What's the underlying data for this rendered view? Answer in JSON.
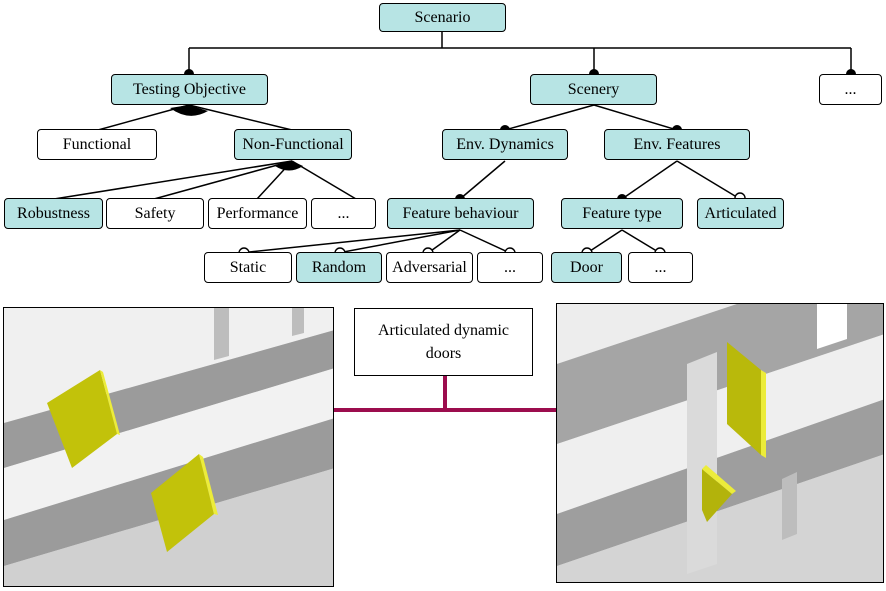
{
  "colors": {
    "node_fill": "#b7e4e4",
    "node_plain": "#ffffff",
    "arrow": "#9c0d4e",
    "door": "#c2c20a",
    "door_edge": "#ecec3a",
    "wall_light": "#f0f0f0",
    "floor": "#9e9e9e"
  },
  "tree": {
    "root": "Scenario",
    "testing_objective": "Testing Objective",
    "scenery": "Scenery",
    "other": "...",
    "functional": "Functional",
    "non_functional": "Non-Functional",
    "env_dynamics": "Env. Dynamics",
    "env_features": "Env. Features",
    "robustness": "Robustness",
    "safety": "Safety",
    "performance": "Performance",
    "nf_other": "...",
    "feature_behaviour": "Feature behaviour",
    "feature_type": "Feature type",
    "articulated": "Articulated",
    "static": "Static",
    "random": "Random",
    "adversarial": "Adversarial",
    "fb_other": "...",
    "door": "Door",
    "ft_other": "..."
  },
  "callout": {
    "line1": "Articulated dynamic",
    "line2": "doors"
  }
}
